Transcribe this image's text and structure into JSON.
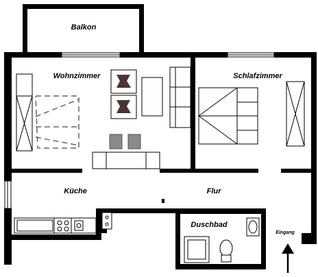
{
  "rooms": {
    "balkon": "Balkon",
    "wohnzimmer": "Wohnzimmer",
    "schlafzimmer": "Schlafzimmer",
    "kueche": "Küche",
    "flur": "Flur",
    "duschbad": "Duschbad"
  },
  "entrance": {
    "label": "Eingang",
    "icon": "arrow-up-icon"
  },
  "colors": {
    "wall": "#000000",
    "chair": "#8a8a8a",
    "cushion_dark": "#4a3434"
  }
}
